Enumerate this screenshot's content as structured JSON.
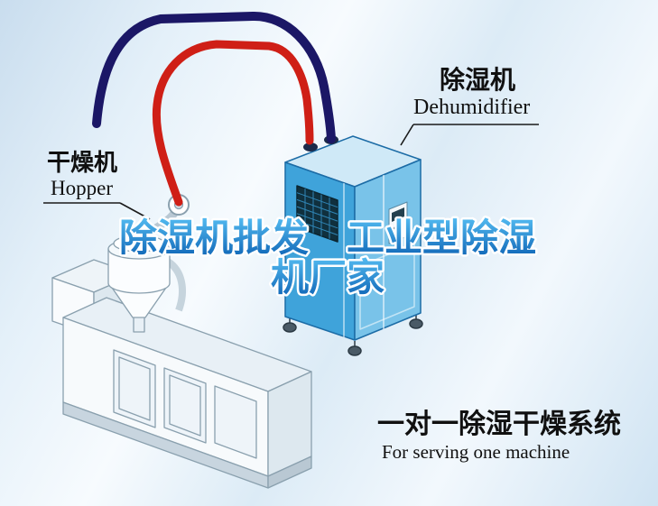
{
  "callout_dehumidifier": {
    "zh": "除湿机",
    "en": "Dehumidifier"
  },
  "callout_hopper": {
    "zh": "干燥机",
    "en": "Hopper"
  },
  "headline": {
    "line1": "除湿机批发　工业型除湿",
    "line2": "机厂家"
  },
  "caption": {
    "zh": "一对一除湿干燥系统",
    "en": "For serving one machine"
  },
  "colors": {
    "pipe_red": "#cf1f16",
    "pipe_navy": "#1b1766",
    "dehumidifier_front": "#3fa3da",
    "dehumidifier_side": "#79c3e9",
    "dehumidifier_top": "#cfe9f7",
    "headline_gradient_top": "#55bdf2",
    "headline_gradient_bottom": "#0d63b5",
    "headline_outline": "#ffffff",
    "leader_line": "#1a1a1a"
  }
}
